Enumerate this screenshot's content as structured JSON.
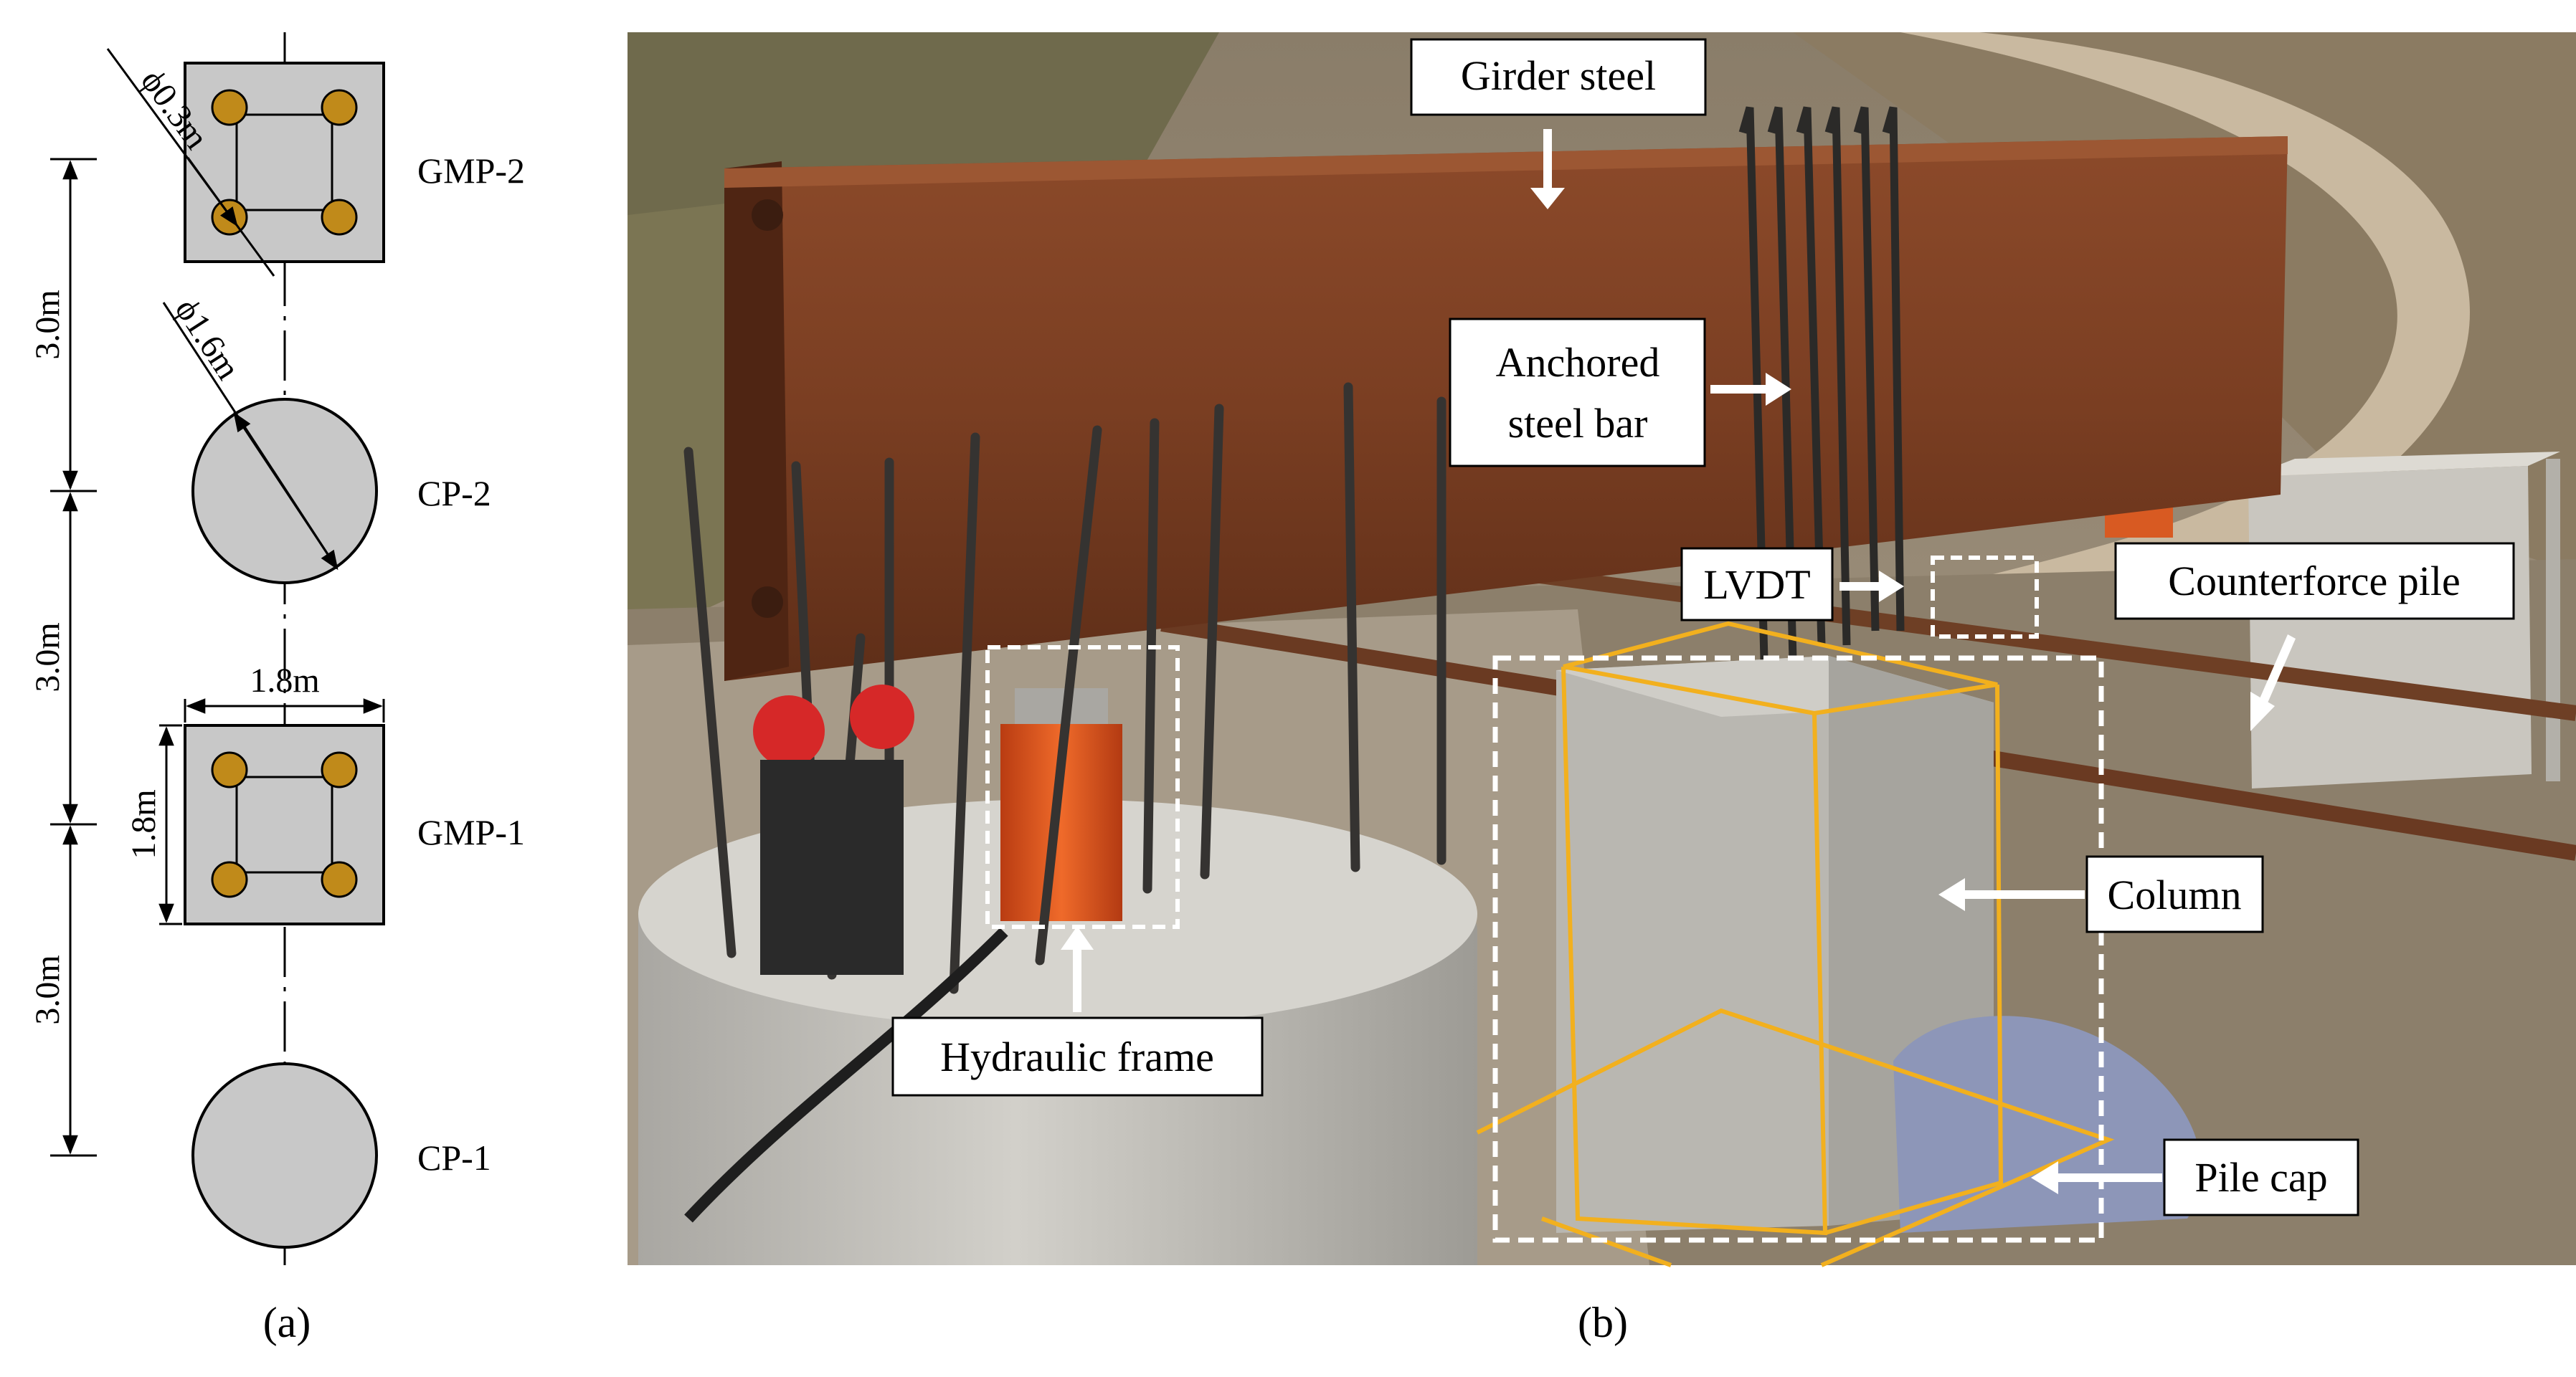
{
  "panel_a": {
    "caption": "(a)",
    "piles": [
      {
        "id": "GMP-2",
        "label": "GMP-2",
        "shape": "square-with-micropiles"
      },
      {
        "id": "CP-2",
        "label": "CP-2",
        "shape": "circle"
      },
      {
        "id": "GMP-1",
        "label": "GMP-1",
        "shape": "square-with-micropiles"
      },
      {
        "id": "CP-1",
        "label": "CP-1",
        "shape": "circle"
      }
    ],
    "dimensions": {
      "micropile_diameter": "ϕ0.3m",
      "pile_diameter": "ϕ1.6m",
      "cap_width": "1.8m",
      "cap_height": "1.8m",
      "spacing_1": "3.0m",
      "spacing_2": "3.0m",
      "spacing_3": "3.0m"
    },
    "colors": {
      "fill": "#c8c8c8",
      "micropile": "#c08a1a",
      "line": "#000000"
    }
  },
  "panel_b": {
    "caption": "(b)",
    "callouts": {
      "girder_steel": "Girder steel",
      "anchored_line1": "Anchored",
      "anchored_line2": "steel bar",
      "lvdt": "LVDT",
      "counterforce_pile": "Counterforce pile",
      "column": "Column",
      "hydraulic_frame": "Hydraulic frame",
      "pile_cap": "Pile cap"
    },
    "colors": {
      "highlight": "#f2b01e",
      "box": "#ffffff",
      "girder": "#7a3f22",
      "concrete": "#b9b7b1",
      "jack": "#e2551c"
    }
  }
}
